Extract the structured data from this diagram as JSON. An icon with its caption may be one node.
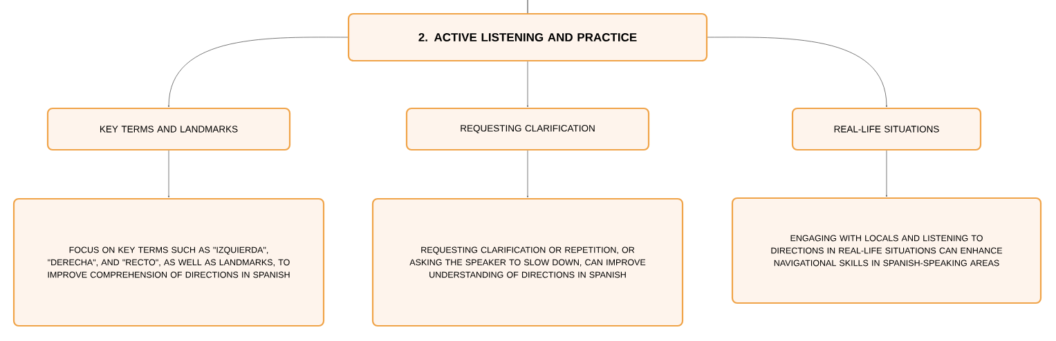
{
  "diagram": {
    "nodes": [
      {
        "text": [
          "2. ACTIVE LISTENING AND PRACTICE"
        ]
      },
      {
        "text": [
          "KEY TERMS AND LANDMARKS"
        ]
      },
      {
        "text": [
          "REQUESTING CLARIFICATION"
        ]
      },
      {
        "text": [
          "REAL-LIFE SITUATIONS"
        ]
      },
      {
        "text": [
          "FOCUS ON KEY TERMS SUCH AS \"IZQUIERDA\", \"DERECHA\", AND \"RECTO\", AS WELL AS LANDMARKS, TO IMPROVE COMPREHENSION OF DIRECTIONS IN SPANISH"
        ]
      },
      {
        "text": [
          "REQUESTING CLARIFICATION OR REPETITION, OR ASKING THE SPEAKER TO SLOW DOWN, CAN IMPROVE UNDERSTANDING OF DIRECTIONS IN SPANISH"
        ]
      },
      {
        "text": [
          "ENGAGING WITH LOCALS AND LISTENING TO DIRECTIONS IN REAL-LIFE SITUATIONS CAN ENHANCE NAVIGATIONAL SKILLS IN SPANISH-SPEAKING AREAS"
        ]
      }
    ],
    "edges": [
      {
        "from": null,
        "to": 0,
        "arrow": "none"
      },
      {
        "from": 0,
        "to": 1,
        "arrow": "to"
      },
      {
        "from": 0,
        "to": 2,
        "arrow": "to"
      },
      {
        "from": 0,
        "to": 3,
        "arrow": "to"
      },
      {
        "from": 1,
        "to": 4,
        "arrow": "to"
      },
      {
        "from": 2,
        "to": 5,
        "arrow": "to"
      },
      {
        "from": 3,
        "to": 6,
        "arrow": "to"
      }
    ]
  }
}
